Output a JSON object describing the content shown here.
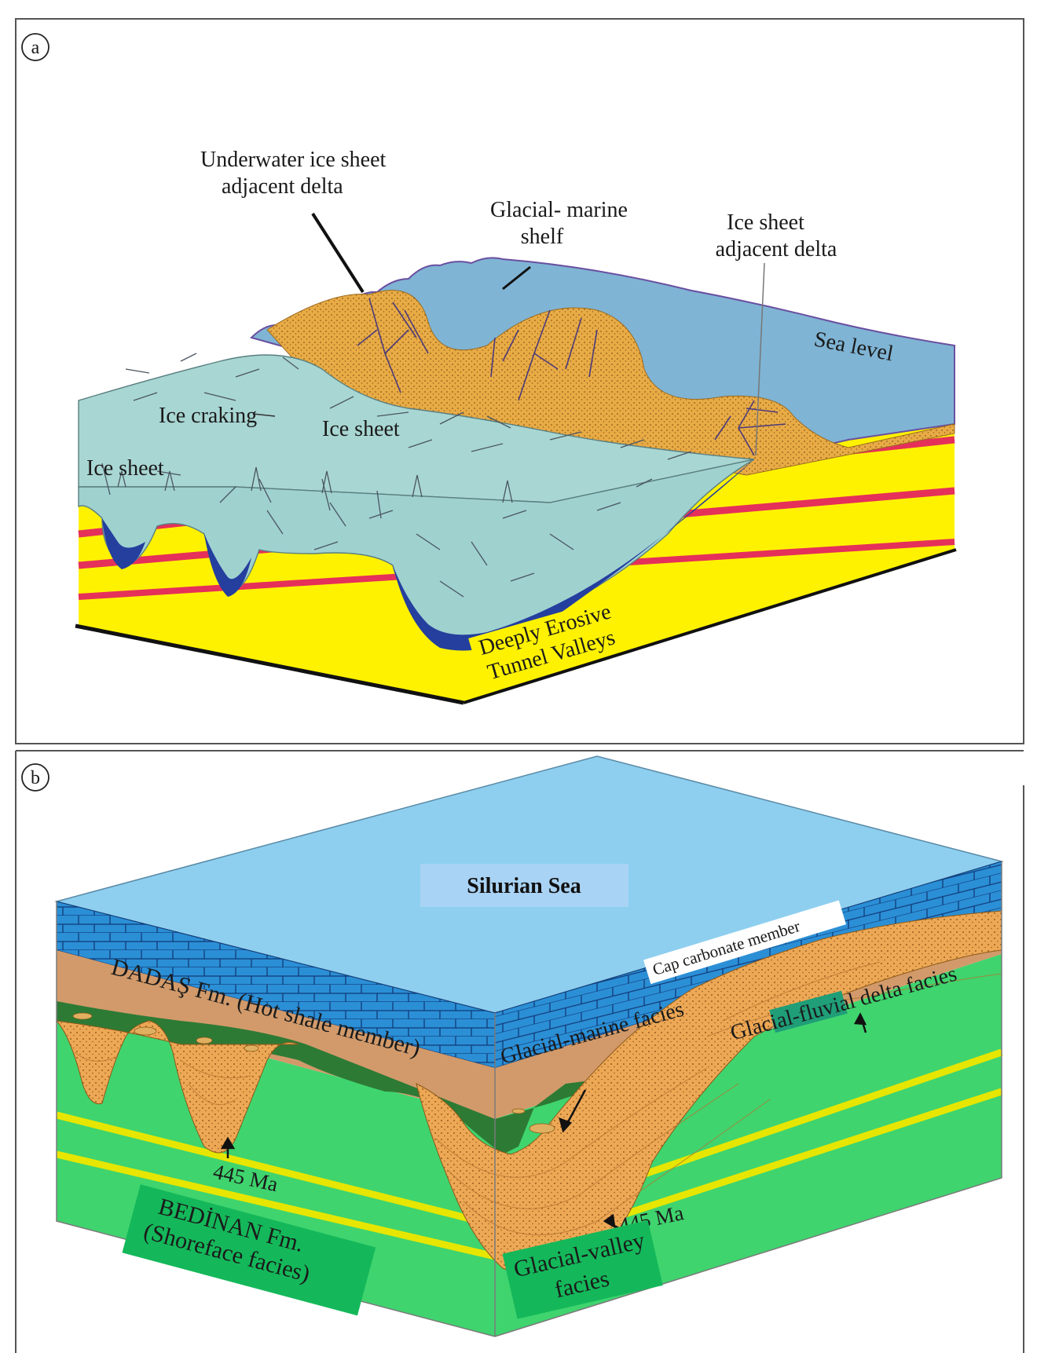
{
  "panel_a": {
    "marker": "a",
    "underwater_delta": [
      "Underwater ice sheet",
      "adjacent delta"
    ],
    "glacial_marine_shelf": [
      "Glacial- marine",
      "shelf"
    ],
    "ice_sheet_delta": [
      "Ice sheet",
      "adjacent delta"
    ],
    "sea_level": "Sea level",
    "ice_craking": "Ice craking",
    "ice_sheet_center": "Ice sheet",
    "ice_sheet_left": "Ice sheet",
    "tunnel_valleys": [
      "Deeply Erosive",
      "Tunnel Valleys"
    ]
  },
  "panel_b": {
    "marker": "b",
    "silurian_sea": "Silurian Sea",
    "cap_carbonate": "Cap carbonate member",
    "dadas": "DADAŞ Fm. (Hot shale member)",
    "glacial_marine_facies": "Glacial-marine facies",
    "glacial_fluvial": "Glacial-fluvial delta facies",
    "age_left": "445 Ma",
    "age_right": "445 Ma",
    "bedinan": [
      "BEDİNAN Fm.",
      "(Shoreface facies)"
    ],
    "glacial_valley": [
      "Glacial-valley",
      "facies"
    ]
  },
  "colors": {
    "ice": "#9fd1cf",
    "sea": "#7fb4d4",
    "delta": "#e5a840",
    "strata_yellow": "#fff200",
    "strata_red": "#e5305a",
    "tunnel_blue": "#243f9e",
    "silurian_sea": "#8ecff0",
    "carbonate": "#2b8fd6",
    "hot_shale": "#d29a6a",
    "green_shoreface": "#3fd46e",
    "dark_green": "#2d7a35",
    "valley_fill": "#eda856"
  }
}
